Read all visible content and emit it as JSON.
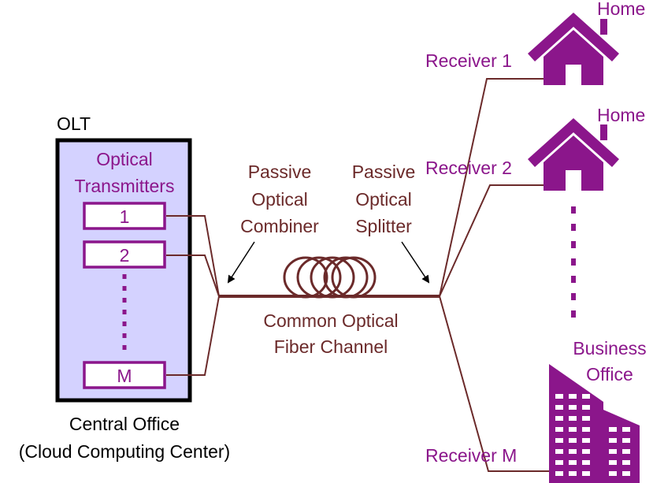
{
  "olt": {
    "label": "OLT",
    "section_title_line1": "Optical",
    "section_title_line2": "Transmitters",
    "transmitters": [
      "1",
      "2",
      "M"
    ]
  },
  "central_office": {
    "line1": "Central Office",
    "line2": "(Cloud Computing Center)"
  },
  "combiner": {
    "line1": "Passive",
    "line2": "Optical",
    "line3": "Combiner"
  },
  "splitter": {
    "line1": "Passive",
    "line2": "Optical",
    "line3": "Splitter"
  },
  "channel": {
    "line1": "Common Optical",
    "line2": "Fiber Channel"
  },
  "receivers": {
    "r1": "Receiver 1",
    "r2": "Receiver 2",
    "rm": "Receiver M"
  },
  "destinations": {
    "home1": "Home",
    "home2": "Home",
    "business_line1": "Business",
    "business_line2": "Office"
  },
  "colors": {
    "purple": "#8B168B",
    "maroon": "#6B2A2A",
    "olt_fill": "#D4D2FF",
    "black": "#000000"
  }
}
